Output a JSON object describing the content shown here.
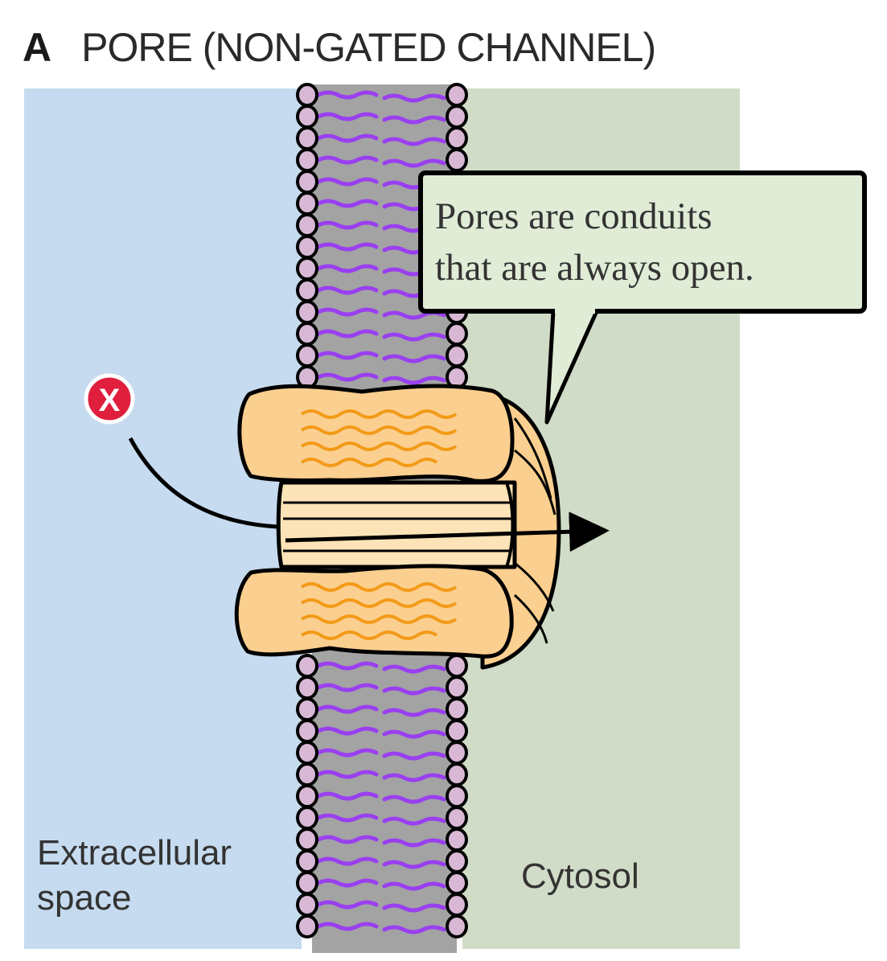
{
  "figure": {
    "panel_letter": "A",
    "title": "PORE (NON-GATED CHANNEL)"
  },
  "callout": {
    "lines": [
      "Pores are conduits",
      "that are always open."
    ]
  },
  "regions": {
    "extracellular_line1": "Extracellular",
    "extracellular_line2": "space",
    "cytosol": "Cytosol"
  },
  "ion": {
    "symbol": "X"
  },
  "colors": {
    "extracellular": "#c6dbef",
    "cytosol": "#d0dcc7",
    "membrane_core": "#a3a3a3",
    "lipid_tail": "#9a3ff0",
    "head_group": "#d9b8d6",
    "pore_protein": "#fbcf8f",
    "pore_squiggle": "#f39a17",
    "ion": "#e01f3d",
    "callout_fill": "#e0ecd6"
  }
}
